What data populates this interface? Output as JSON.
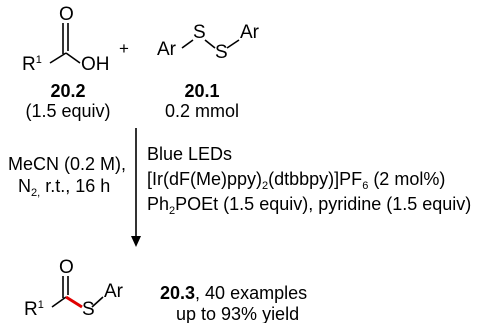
{
  "acid": {
    "atom_o": "O",
    "atom_oh": "OH",
    "atom_r": "R",
    "r_sup": "1",
    "code": "20.2",
    "amount": "(1.5 equiv)"
  },
  "plus": "+",
  "disulfide": {
    "ar_left": "Ar",
    "s_left": "S",
    "s_right": "S",
    "ar_right": "Ar",
    "code": "20.1",
    "amount": "0.2 mmol"
  },
  "conditions_left": {
    "line1": "MeCN (0.2 M),",
    "n_atom": "N",
    "n_sub": "2,",
    "line2_rest": " r.t., 16 h"
  },
  "conditions_right": {
    "line1": "Blue LEDs",
    "cat_a": "[Ir(dF(Me)ppy)",
    "cat_sub1": "2",
    "cat_b": "(dtbbpy)]PF",
    "cat_sub2": "6",
    "cat_c": " (2 mol%)",
    "ph": "Ph",
    "ph_sub": "2",
    "reagents_rest": "POEt (1.5 equiv), pyridine (1.5 equiv)"
  },
  "product": {
    "atom_o": "O",
    "atom_r": "R",
    "r_sup": "1",
    "atom_s": "S",
    "atom_ar": "Ar",
    "code": "20.3",
    "examples": ", 40 examples",
    "yield": "up to 93% yield"
  },
  "colors": {
    "new_bond": "#e00000",
    "ink": "#000000"
  }
}
